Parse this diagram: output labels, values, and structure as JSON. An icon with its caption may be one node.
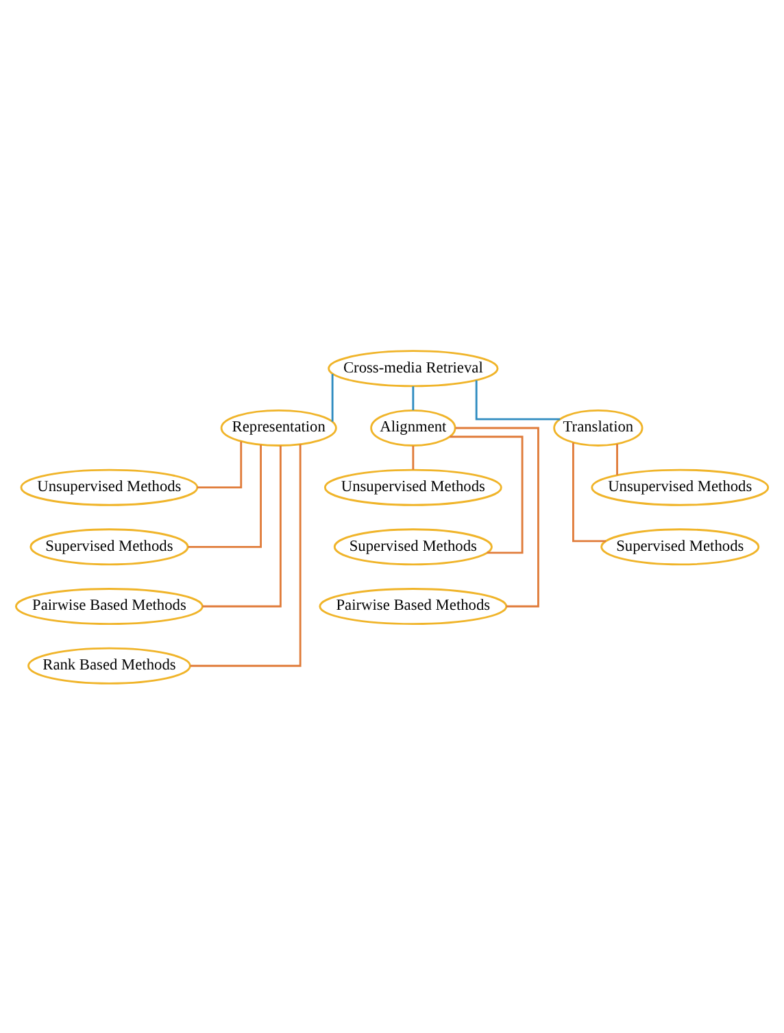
{
  "diagram": {
    "nodes": [
      {
        "text": [
          "Cross-media Retrieval"
        ]
      },
      {
        "text": [
          "Representation"
        ]
      },
      {
        "text": [
          "Alignment"
        ]
      },
      {
        "text": [
          "Translation"
        ]
      },
      {
        "text": [
          "Unsupervised Methods"
        ]
      },
      {
        "text": [
          "Supervised Methods"
        ]
      },
      {
        "text": [
          "Pairwise Based Methods"
        ]
      },
      {
        "text": [
          "Rank Based Methods"
        ]
      },
      {
        "text": [
          "Unsupervised Methods"
        ]
      },
      {
        "text": [
          "Supervised Methods"
        ]
      },
      {
        "text": [
          "Pairwise Based Methods"
        ]
      },
      {
        "text": [
          "Unsupervised Methods"
        ]
      },
      {
        "text": [
          "Supervised Methods"
        ]
      }
    ],
    "edges": [
      {
        "from": 0,
        "to": 1,
        "arrow": "none",
        "color": "#2e8bc0"
      },
      {
        "from": 0,
        "to": 2,
        "arrow": "none",
        "color": "#2e8bc0"
      },
      {
        "from": 0,
        "to": 3,
        "arrow": "none",
        "color": "#2e8bc0"
      },
      {
        "from": 1,
        "to": 4,
        "arrow": "none"
      },
      {
        "from": 1,
        "to": 5,
        "arrow": "none"
      },
      {
        "from": 1,
        "to": 6,
        "arrow": "none"
      },
      {
        "from": 1,
        "to": 7,
        "arrow": "none"
      },
      {
        "from": 2,
        "to": 8,
        "arrow": "none"
      },
      {
        "from": 2,
        "to": 9,
        "arrow": "none"
      },
      {
        "from": 2,
        "to": 10,
        "arrow": "none"
      },
      {
        "from": 3,
        "to": 11,
        "arrow": "none"
      },
      {
        "from": 3,
        "to": 12,
        "arrow": "none"
      }
    ]
  }
}
